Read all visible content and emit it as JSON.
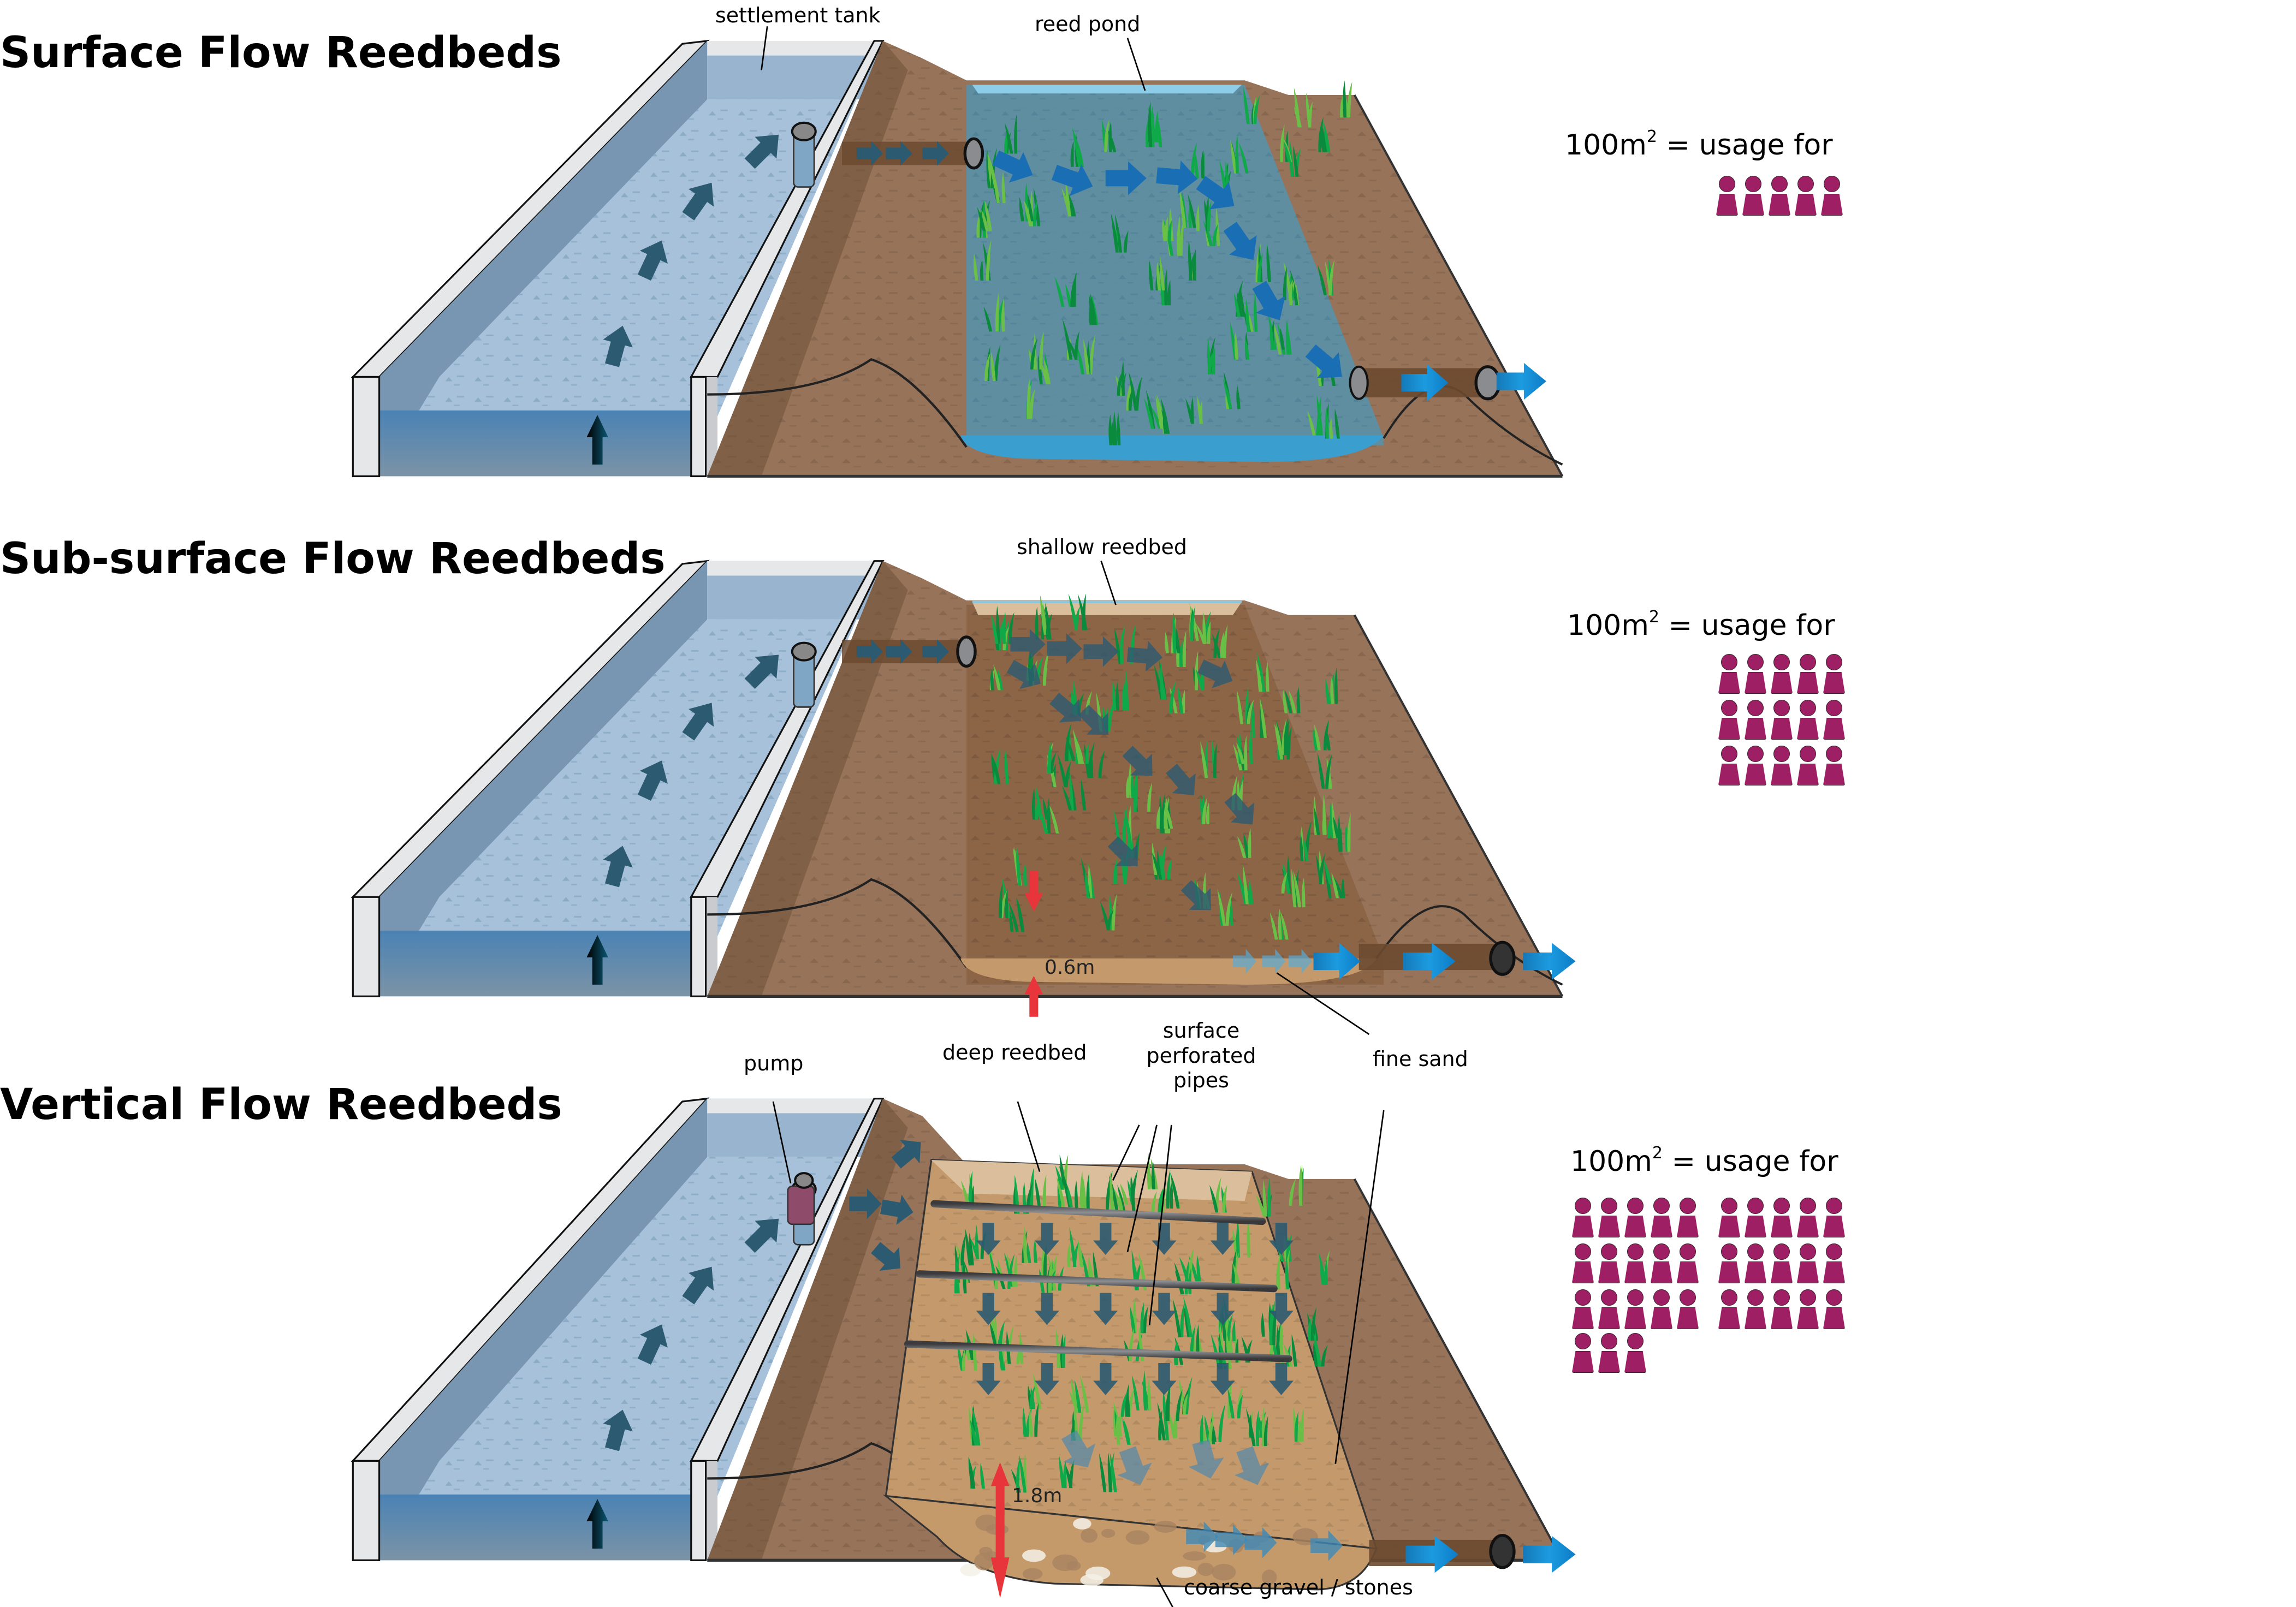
{
  "colors": {
    "soil": "#977359",
    "soil_dark": "#6e5037",
    "soil_shadow": "#85654b",
    "sand": "#c49a6c",
    "sand_light": "#dbbf9c",
    "gravel_bed": "#c59a6a",
    "water_tank": "#a6c1d9",
    "water_tank_deep": "#5a88b3",
    "water_pond": "#5b8fa3",
    "water_pond_bottom": "#3a9ecf",
    "tank_wall": "#e6e7e8",
    "tank_wall_shade": "#a7a9ac",
    "tank_wall_inner": "#7896b2",
    "reed_dark": "#0a8a3c",
    "reed_mid": "#10a94a",
    "reed_light": "#6abf46",
    "flow_arrow_dark": "#2c5a70",
    "flow_arrow_blue": "#1e8fd6",
    "dimension_red": "#e8353b",
    "pipe": "#6b4a30",
    "pipe_ring": "#8a8c8f",
    "person": "#9e1f63"
  },
  "sections": [
    {
      "id": "surface-flow",
      "title": "Surface Flow Reedbeds",
      "bed_type": "pond",
      "callouts": [
        {
          "label": "settlement tank"
        },
        {
          "label": "reed pond"
        }
      ],
      "usage": {
        "prefix": "100m",
        "sup": "2",
        "suffix": " = usage for",
        "people_count": 5,
        "people_groups": [
          5
        ]
      }
    },
    {
      "id": "sub-surface-flow",
      "title": "Sub-surface Flow Reedbeds",
      "bed_type": "shallow",
      "callouts": [
        {
          "label": "shallow reedbed"
        },
        {
          "label": "fine sand"
        }
      ],
      "depth_label": "0.6m",
      "usage": {
        "prefix": "100m",
        "sup": "2",
        "suffix": " = usage for",
        "people_count": 15,
        "people_groups": [
          15
        ]
      }
    },
    {
      "id": "vertical-flow",
      "title": "Vertical Flow Reedbeds",
      "bed_type": "deep",
      "callouts": [
        {
          "label": "pump"
        },
        {
          "label": "deep reedbed"
        },
        {
          "label": "surface\nperforated\npipes"
        },
        {
          "label": "coarse gravel / stones"
        }
      ],
      "depth_label": "1.8m",
      "usage": {
        "prefix": "100m",
        "sup": "2",
        "suffix": " = usage for",
        "people_count": 33,
        "people_groups": [
          15,
          15,
          3
        ]
      }
    }
  ]
}
